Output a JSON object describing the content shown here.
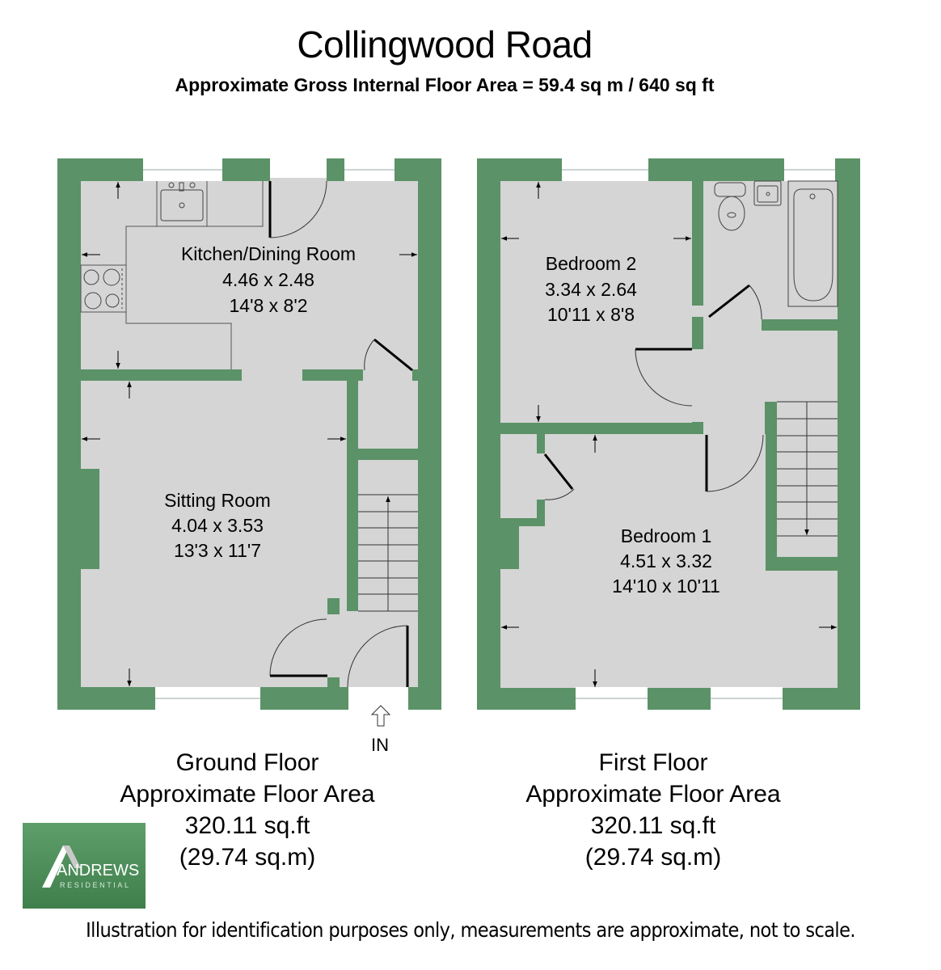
{
  "header": {
    "title": "Collingwood Road",
    "subtitle": "Approximate Gross Internal Floor Area = 59.4 sq m / 640 sq ft"
  },
  "colors": {
    "wall": "#5b9267",
    "floor": "#d5d5d5",
    "window": "#ffffff",
    "line": "#000000"
  },
  "ground_floor": {
    "rooms": [
      {
        "name": "Kitchen/Dining Room",
        "metric": "4.46 x 2.48",
        "imperial": "14'8 x 8'2"
      },
      {
        "name": "Sitting Room",
        "metric": "4.04 x 3.53",
        "imperial": "13'3 x 11'7"
      }
    ],
    "entrance_label": "IN",
    "caption": {
      "name": "Ground Floor",
      "area_label": "Approximate Floor Area",
      "sqft": "320.11 sq.ft",
      "sqm": "(29.74 sq.m)"
    }
  },
  "first_floor": {
    "rooms": [
      {
        "name": "Bedroom 2",
        "metric": "3.34 x 2.64",
        "imperial": "10'11 x 8'8"
      },
      {
        "name": "Bedroom 1",
        "metric": "4.51 x 3.32",
        "imperial": "14'10 x 10'11"
      }
    ],
    "caption": {
      "name": "First Floor",
      "area_label": "Approximate Floor Area",
      "sqft": "320.11 sq.ft",
      "sqm": "(29.74 sq.m)"
    }
  },
  "logo": {
    "name": "ANDREWS",
    "tagline": "RESIDENTIAL"
  },
  "footer": {
    "disclaimer": "Illustration for identification purposes only, measurements are approximate, not to scale."
  }
}
